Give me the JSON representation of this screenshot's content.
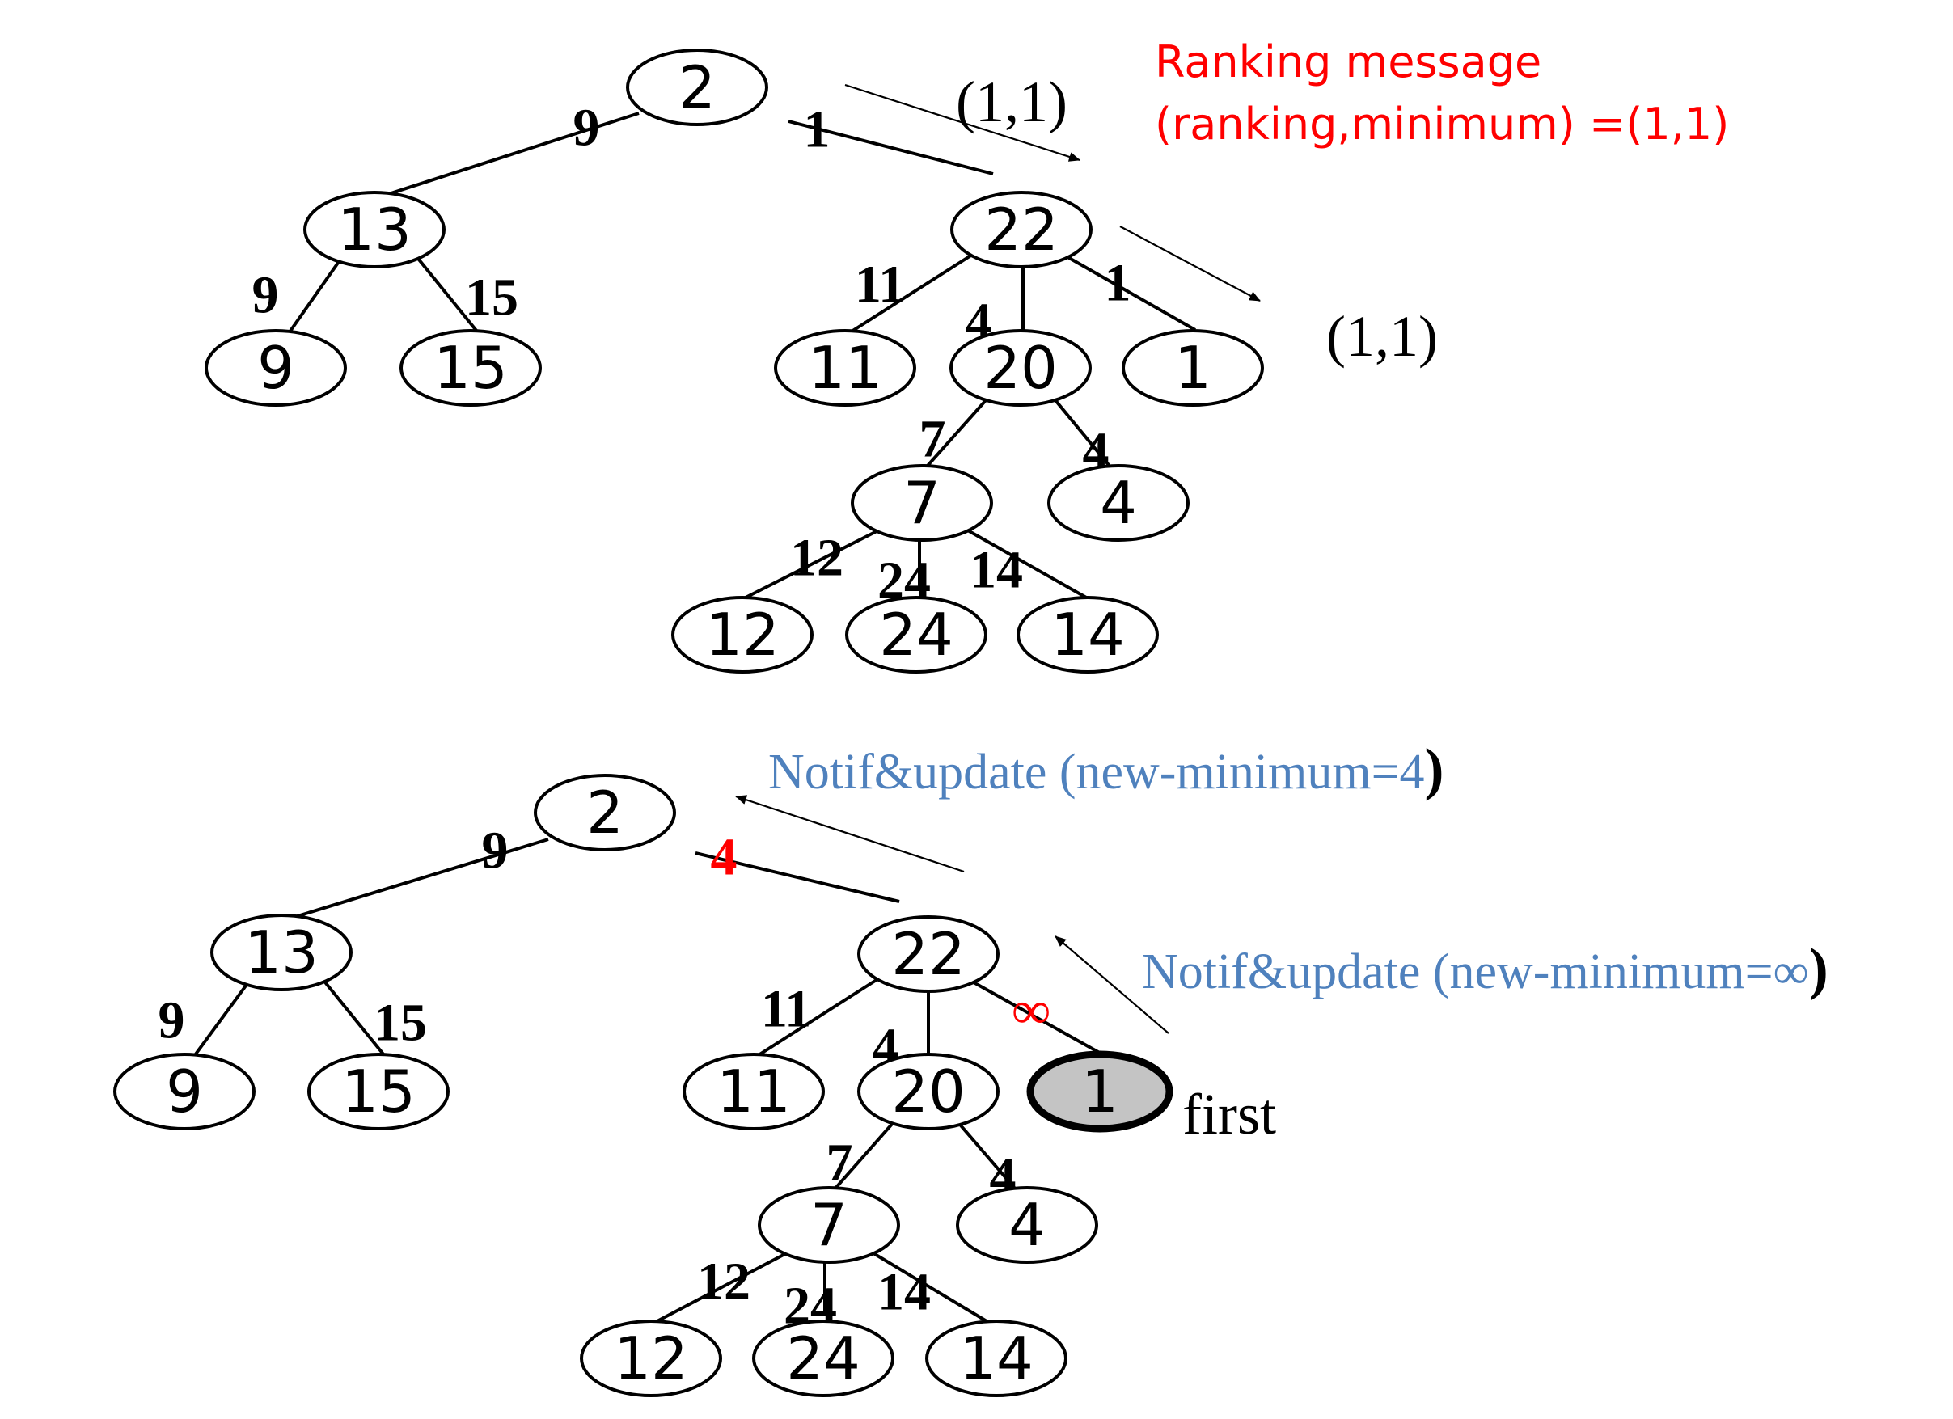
{
  "top": {
    "message_title": "Ranking message",
    "message_formula": "(ranking,minimum) =(1,1)",
    "tuple_1": "(1,1)",
    "tuple_2": "(1,1)",
    "nodes": {
      "n2": "2",
      "n13": "13",
      "n22": "22",
      "n9": "9",
      "n15": "15",
      "n11": "11",
      "n20": "20",
      "n1": "1",
      "n7": "7",
      "n4": "4",
      "n12": "12",
      "n24": "24",
      "n14": "14"
    },
    "edges": {
      "e2_13": "9",
      "e2_22": "1",
      "e13_9": "9",
      "e13_15": "15",
      "e22_11": "11",
      "e22_20": "4",
      "e22_1": "1",
      "e20_7": "7",
      "e20_4": "4",
      "e7_12": "12",
      "e7_24": "24",
      "e7_14": "14"
    }
  },
  "bottom": {
    "notif_1": "Notif&update (new-minimum=4",
    "notif_1_close": ")",
    "notif_2": "Notif&update (new-minimum=∞",
    "notif_2_close": ")",
    "first_label": "first",
    "nodes": {
      "n2": "2",
      "n13": "13",
      "n22": "22",
      "n9": "9",
      "n15": "15",
      "n11": "11",
      "n20": "20",
      "n1": "1",
      "n7": "7",
      "n4": "4",
      "n12": "12",
      "n24": "24",
      "n14": "14"
    },
    "edges": {
      "e2_13": "9",
      "e2_22": "4",
      "e13_9": "9",
      "e13_15": "15",
      "e22_11": "11",
      "e22_20": "4",
      "e22_1": "∞",
      "e20_7": "7",
      "e20_4": "4",
      "e7_12": "12",
      "e7_24": "24",
      "e7_14": "14"
    }
  },
  "colors": {
    "red": "#ff0000",
    "blue": "#4f81bd",
    "highlight_fill": "#c4c4c4"
  }
}
